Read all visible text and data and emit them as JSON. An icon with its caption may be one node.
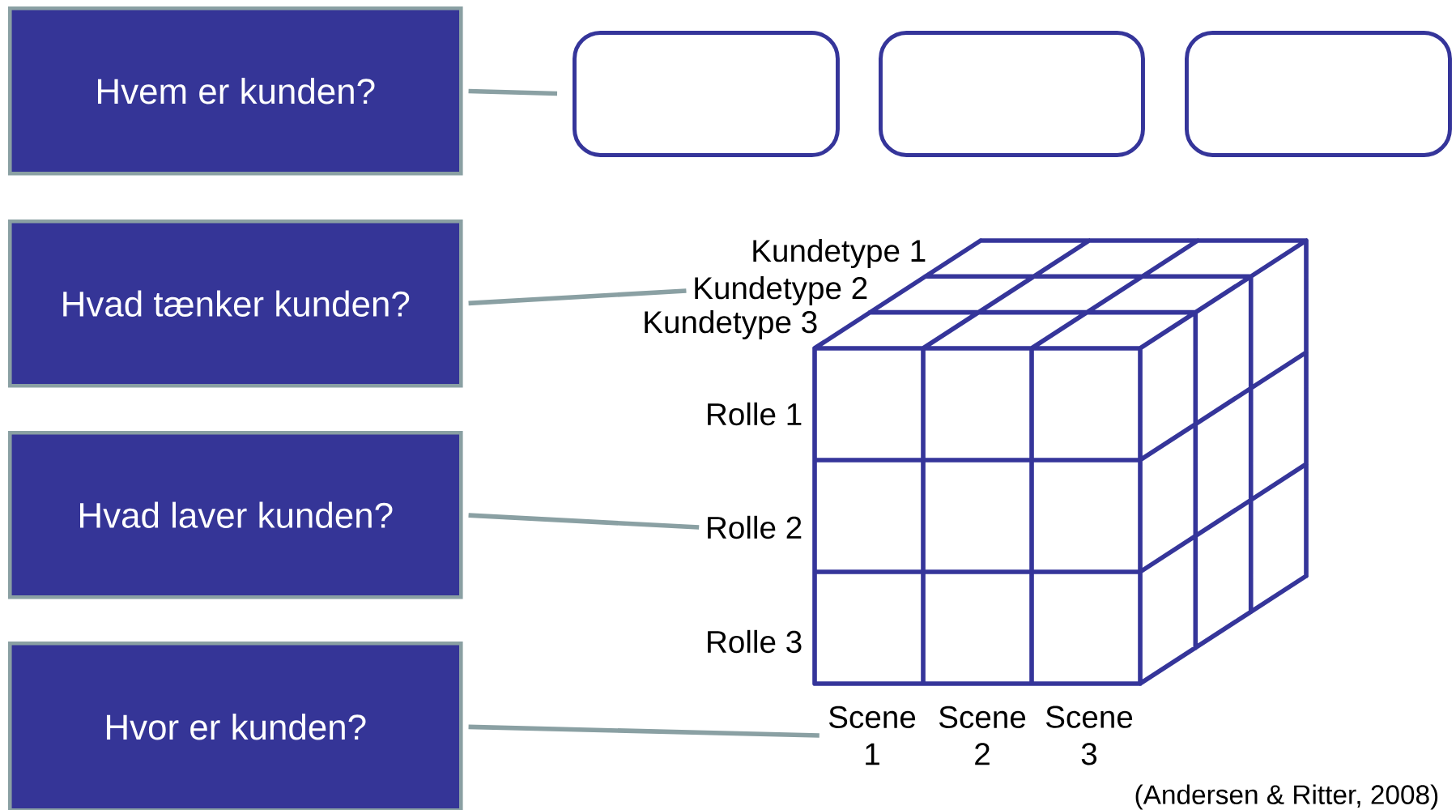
{
  "diagram": {
    "nodes": [
      {
        "text": [
          "Hvem er kunden?"
        ]
      },
      {
        "text": [
          "Hvad tænker kunden?"
        ]
      },
      {
        "text": [
          "Hvad laver kunden?"
        ]
      },
      {
        "text": [
          "Hvor er kunden?"
        ]
      },
      {
        "text": [],
        "shape": "box"
      },
      {
        "text": [],
        "shape": "box"
      },
      {
        "text": [],
        "shape": "box"
      },
      {
        "text": [
          "Kundetype 2"
        ]
      },
      {
        "text": [
          "Rolle 2"
        ]
      },
      {
        "text": [
          "Scene 1"
        ]
      }
    ],
    "edges": [
      {
        "from": 0,
        "to": 4,
        "arrow": "none"
      },
      {
        "from": 1,
        "to": 7,
        "arrow": "none"
      },
      {
        "from": 2,
        "to": 8,
        "arrow": "none"
      },
      {
        "from": 3,
        "to": 9,
        "arrow": "none"
      }
    ],
    "labels": [
      "Kundetype 1",
      "Kundetype 3",
      "Rolle 1",
      "Rolle 3",
      "Scene 2",
      "Scene 3",
      "(Andersen & Ritter, 2008)"
    ]
  }
}
